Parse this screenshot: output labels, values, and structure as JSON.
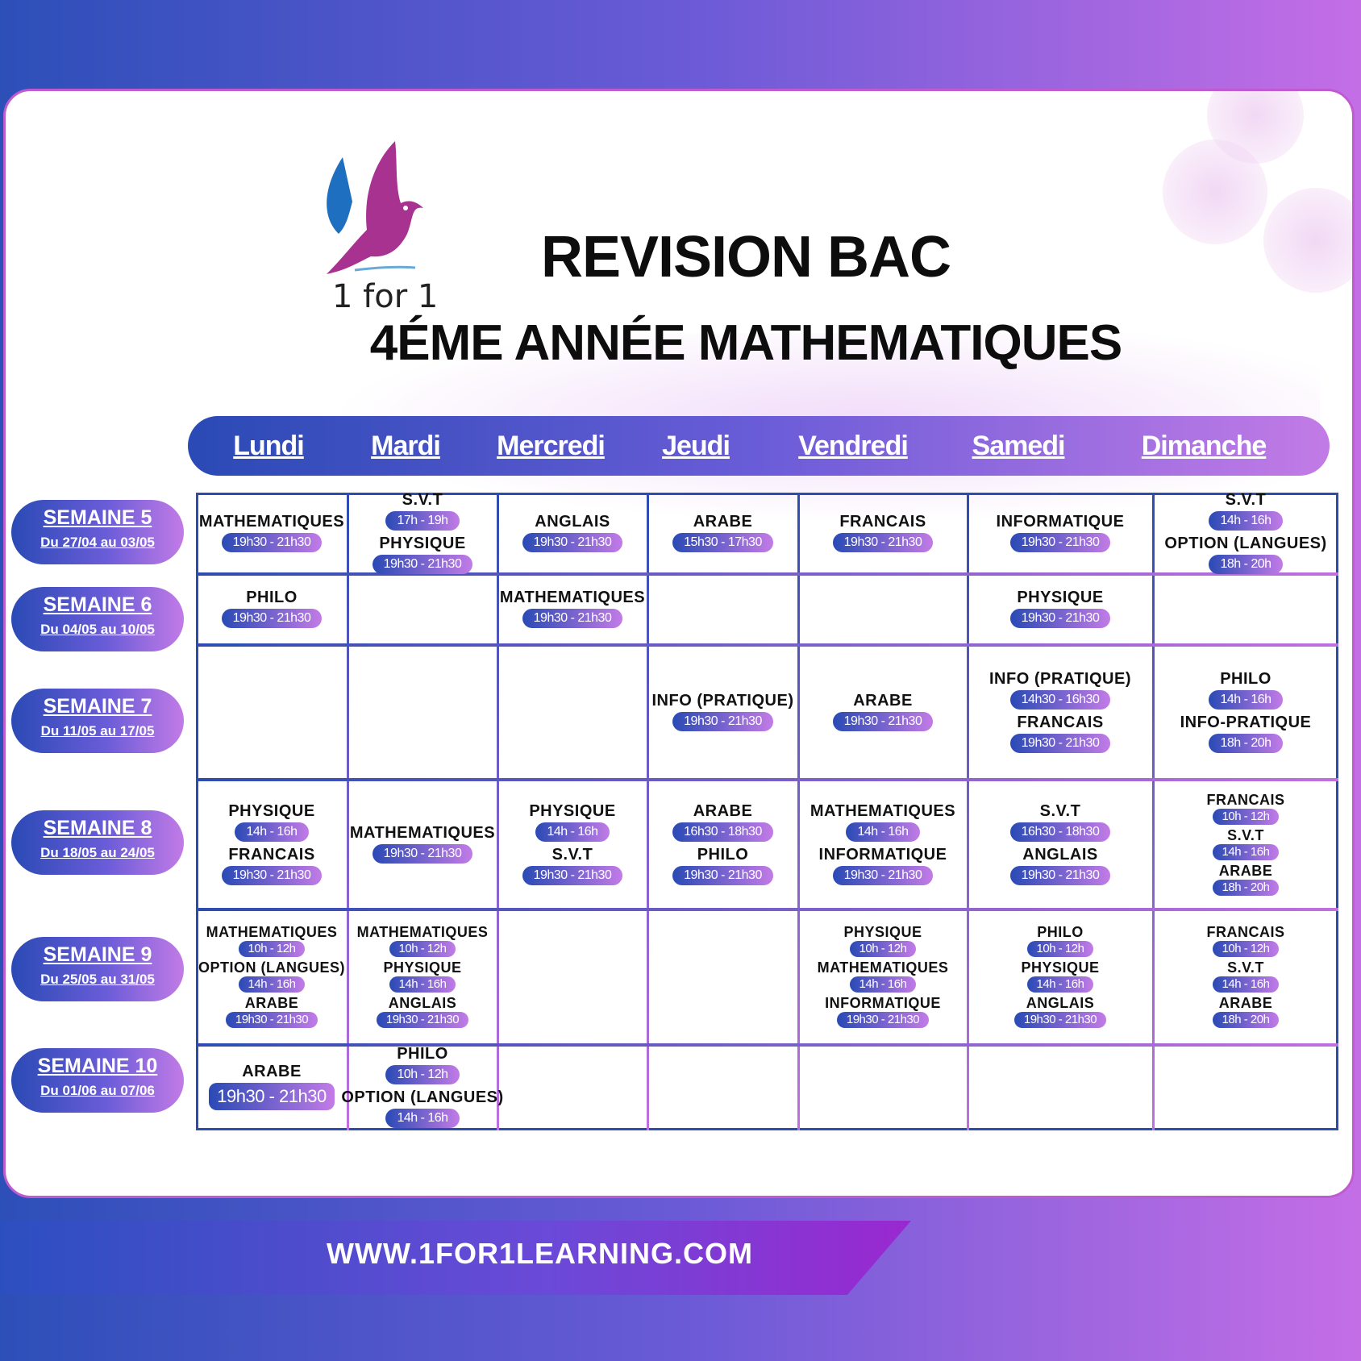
{
  "brand": {
    "logo_text": "1 for 1"
  },
  "header": {
    "title": "REVISION BAC",
    "subtitle": "4ÉME ANNÉE  MATHEMATIQUES"
  },
  "days": [
    "Lundi",
    "Mardi",
    "Mercredi",
    "Jeudi",
    "Vendredi",
    "Samedi",
    "Dimanche"
  ],
  "weeks": [
    {
      "name": "SEMAINE 5",
      "dates": "Du 27/04 au 03/05"
    },
    {
      "name": "SEMAINE 6",
      "dates": "Du 04/05 au 10/05"
    },
    {
      "name": "SEMAINE 7",
      "dates": "Du 11/05 au 17/05"
    },
    {
      "name": "SEMAINE 8",
      "dates": "Du 18/05 au 24/05"
    },
    {
      "name": "SEMAINE 9",
      "dates": "Du 25/05 au 31/05"
    },
    {
      "name": "SEMAINE 10",
      "dates": "Du 01/06 au 07/06"
    }
  ],
  "schedule": [
    [
      [
        {
          "subject": "MATHEMATIQUES",
          "time": "19h30 - 21h30"
        }
      ],
      [
        {
          "subject": "S.V.T",
          "time": "17h - 19h"
        },
        {
          "subject": "PHYSIQUE",
          "time": "19h30 - 21h30"
        }
      ],
      [
        {
          "subject": "ANGLAIS",
          "time": "19h30 - 21h30"
        }
      ],
      [
        {
          "subject": "ARABE",
          "time": "15h30 - 17h30"
        }
      ],
      [
        {
          "subject": "FRANCAIS",
          "time": "19h30 - 21h30"
        }
      ],
      [
        {
          "subject": "INFORMATIQUE",
          "time": "19h30 - 21h30"
        }
      ],
      [
        {
          "subject": "S.V.T",
          "time": "14h - 16h"
        },
        {
          "subject": "OPTION (LANGUES)",
          "time": "18h - 20h"
        }
      ]
    ],
    [
      [
        {
          "subject": "PHILO",
          "time": "19h30 - 21h30"
        }
      ],
      [],
      [
        {
          "subject": "MATHEMATIQUES",
          "time": "19h30 - 21h30"
        }
      ],
      [],
      [],
      [
        {
          "subject": "PHYSIQUE",
          "time": "19h30 - 21h30"
        }
      ],
      []
    ],
    [
      [],
      [],
      [],
      [
        {
          "subject": "INFO (PRATIQUE)",
          "time": "19h30 - 21h30"
        }
      ],
      [
        {
          "subject": "ARABE",
          "time": "19h30 - 21h30"
        }
      ],
      [
        {
          "subject": "INFO (PRATIQUE)",
          "time": "14h30 - 16h30"
        },
        {
          "subject": "FRANCAIS",
          "time": "19h30 - 21h30"
        }
      ],
      [
        {
          "subject": "PHILO",
          "time": "14h - 16h"
        },
        {
          "subject": "INFO-PRATIQUE",
          "time": "18h - 20h"
        }
      ]
    ],
    [
      [
        {
          "subject": "PHYSIQUE",
          "time": "14h - 16h"
        },
        {
          "subject": "FRANCAIS",
          "time": "19h30 - 21h30"
        }
      ],
      [
        {
          "subject": "MATHEMATIQUES",
          "time": "19h30 - 21h30"
        }
      ],
      [
        {
          "subject": "PHYSIQUE",
          "time": "14h - 16h"
        },
        {
          "subject": "S.V.T",
          "time": "19h30 - 21h30"
        }
      ],
      [
        {
          "subject": "ARABE",
          "time": "16h30 - 18h30"
        },
        {
          "subject": "PHILO",
          "time": "19h30 - 21h30"
        }
      ],
      [
        {
          "subject": "MATHEMATIQUES",
          "time": "14h - 16h"
        },
        {
          "subject": "INFORMATIQUE",
          "time": "19h30 - 21h30"
        }
      ],
      [
        {
          "subject": "S.V.T",
          "time": "16h30 - 18h30"
        },
        {
          "subject": "ANGLAIS",
          "time": "19h30 - 21h30"
        }
      ],
      [
        {
          "subject": "FRANCAIS",
          "time": "10h - 12h"
        },
        {
          "subject": "S.V.T",
          "time": "14h - 16h"
        },
        {
          "subject": "ARABE",
          "time": "18h - 20h"
        }
      ]
    ],
    [
      [
        {
          "subject": "MATHEMATIQUES",
          "time": "10h - 12h"
        },
        {
          "subject": "OPTION (LANGUES)",
          "time": "14h - 16h"
        },
        {
          "subject": "ARABE",
          "time": "19h30 - 21h30"
        }
      ],
      [
        {
          "subject": "MATHEMATIQUES",
          "time": "10h - 12h"
        },
        {
          "subject": "PHYSIQUE",
          "time": "14h - 16h"
        },
        {
          "subject": "ANGLAIS",
          "time": "19h30 - 21h30"
        }
      ],
      [],
      [],
      [
        {
          "subject": "PHYSIQUE",
          "time": "10h - 12h"
        },
        {
          "subject": "MATHEMATIQUES",
          "time": "14h - 16h"
        },
        {
          "subject": "INFORMATIQUE",
          "time": "19h30 - 21h30"
        }
      ],
      [
        {
          "subject": "PHILO",
          "time": "10h - 12h"
        },
        {
          "subject": "PHYSIQUE",
          "time": "14h - 16h"
        },
        {
          "subject": "ANGLAIS",
          "time": "19h30 - 21h30"
        }
      ],
      [
        {
          "subject": "FRANCAIS",
          "time": "10h - 12h"
        },
        {
          "subject": "S.V.T",
          "time": "14h - 16h"
        },
        {
          "subject": "ARABE",
          "time": "18h - 20h"
        }
      ]
    ],
    [
      [
        {
          "subject": "ARABE",
          "time": "19h30 - 21h30"
        }
      ],
      [
        {
          "subject": "PHILO",
          "time": "10h - 12h"
        },
        {
          "subject": "OPTION (LANGUES)",
          "time": "14h - 16h"
        }
      ],
      [],
      [],
      [],
      [],
      []
    ]
  ],
  "footer": {
    "url": "WWW.1FOR1LEARNING.COM"
  },
  "colors": {
    "primary": "#2a4ab5",
    "accent": "#c27be6",
    "border": "#c05ad0"
  }
}
